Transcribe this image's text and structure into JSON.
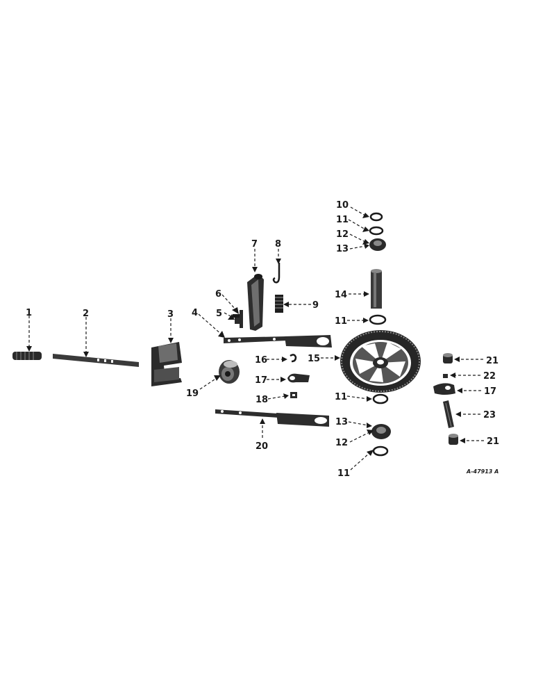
{
  "drawing_ref": "A-47913 A",
  "callouts": [
    {
      "id": "c1",
      "text": "1"
    },
    {
      "id": "c2",
      "text": "2"
    },
    {
      "id": "c3",
      "text": "3"
    },
    {
      "id": "c4",
      "text": "4"
    },
    {
      "id": "c5",
      "text": "5"
    },
    {
      "id": "c6",
      "text": "6"
    },
    {
      "id": "c7",
      "text": "7"
    },
    {
      "id": "c8",
      "text": "8"
    },
    {
      "id": "c9",
      "text": "9"
    },
    {
      "id": "c10",
      "text": "10"
    },
    {
      "id": "c11a",
      "text": "11"
    },
    {
      "id": "c12a",
      "text": "12"
    },
    {
      "id": "c13a",
      "text": "13"
    },
    {
      "id": "c14",
      "text": "14"
    },
    {
      "id": "c11b",
      "text": "11"
    },
    {
      "id": "c15",
      "text": "15"
    },
    {
      "id": "c16",
      "text": "16"
    },
    {
      "id": "c17a",
      "text": "17"
    },
    {
      "id": "c18",
      "text": "18"
    },
    {
      "id": "c19",
      "text": "19"
    },
    {
      "id": "c11c",
      "text": "11"
    },
    {
      "id": "c20",
      "text": "20"
    },
    {
      "id": "c13b",
      "text": "13"
    },
    {
      "id": "c12b",
      "text": "12"
    },
    {
      "id": "c11d",
      "text": "11"
    },
    {
      "id": "c21a",
      "text": "21"
    },
    {
      "id": "c22",
      "text": "22"
    },
    {
      "id": "c17b",
      "text": "17"
    },
    {
      "id": "c23",
      "text": "23"
    },
    {
      "id": "c21b",
      "text": "21"
    }
  ]
}
